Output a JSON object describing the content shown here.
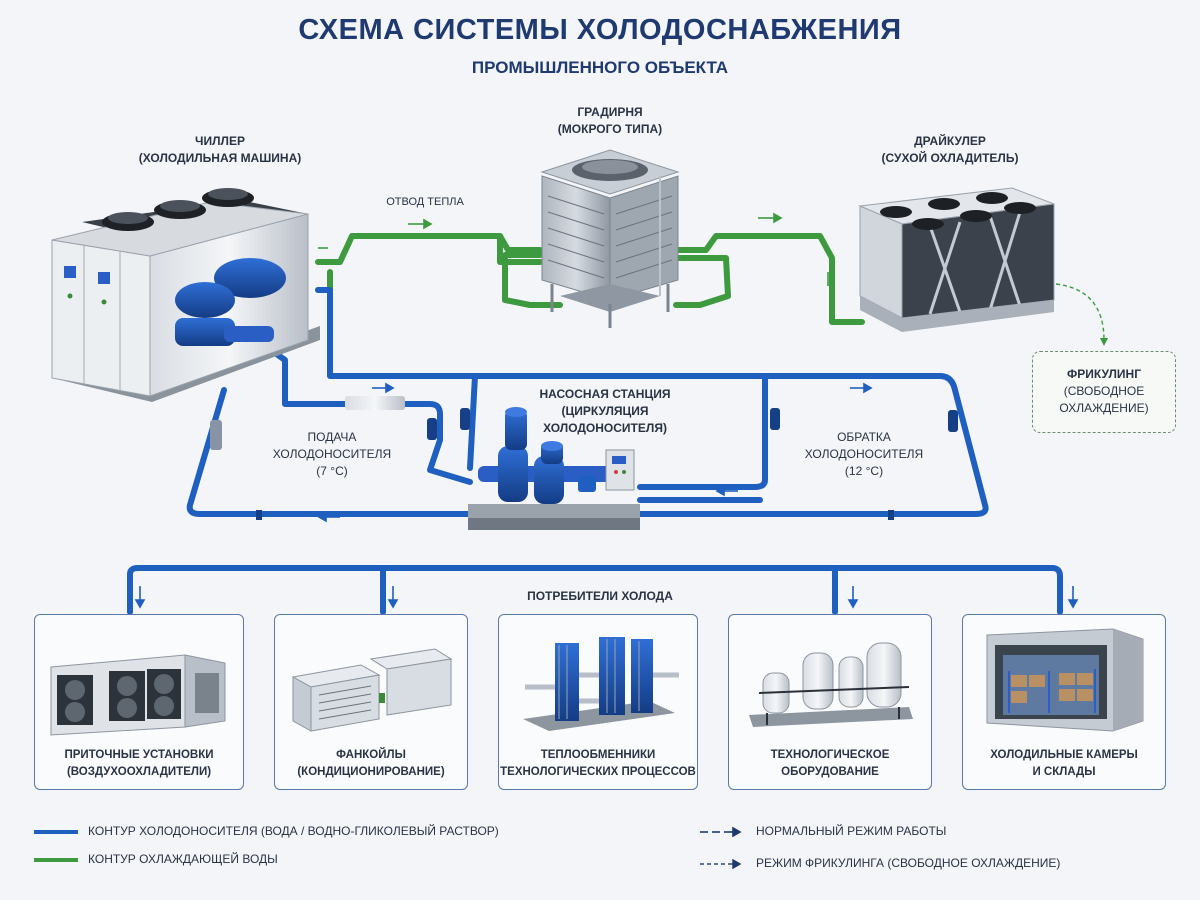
{
  "header": {
    "title": "СХЕМА СИСТЕМЫ ХОЛОДОСНАБЖЕНИЯ",
    "subtitle": "ПРОМЫШЛЕННОГО ОБЪЕКТА"
  },
  "equipment": {
    "chiller": {
      "name": "ЧИЛЛЕР",
      "desc": "(ХОЛОДИЛЬНАЯ МАШИНА)"
    },
    "tower": {
      "name": "ГРАДИРНЯ",
      "desc": "(МОКРОГО ТИПА)"
    },
    "drycooler": {
      "name": "ДРАЙКУЛЕР",
      "desc": "(СУХОЙ ОХЛАДИТЕЛЬ)"
    },
    "freecooling": {
      "name": "ФРИКУЛИНГ",
      "desc1": "(СВОБОДНОЕ",
      "desc2": "ОХЛАЖДЕНИЕ)"
    },
    "pump_station": {
      "name": "НАСОСНАЯ СТАНЦИЯ",
      "desc1": "(ЦИРКУЛЯЦИЯ",
      "desc2": "ХОЛОДОНОСИТЕЛЯ)"
    }
  },
  "flows": {
    "heat_rejection": "ОТВОД ТЕПЛА",
    "supply": {
      "line1": "ПОДАЧА",
      "line2": "ХОЛОДОНОСИТЕЛЯ",
      "line3": "(7 °C)"
    },
    "return": {
      "line1": "ОБРАТКА",
      "line2": "ХОЛОДОНОСИТЕЛЯ",
      "line3": "(12 °C)"
    }
  },
  "consumers": {
    "title": "ПОТРЕБИТЕЛИ ХОЛОДА",
    "items": [
      {
        "line1": "ПРИТОЧНЫЕ УСТАНОВКИ",
        "line2": "(ВОЗДУХООХЛАДИТЕЛИ)",
        "icon": "air-handling-unit-icon"
      },
      {
        "line1": "ФАНКОЙЛЫ",
        "line2": "(КОНДИЦИОНИРОВАНИЕ)",
        "icon": "fan-coil-icon"
      },
      {
        "line1": "ТЕПЛООБМЕННИКИ",
        "line2": "ТЕХНОЛОГИЧЕСКИХ ПРОЦЕССОВ",
        "icon": "plate-heat-exchanger-icon"
      },
      {
        "line1": "ТЕХНОЛОГИЧЕСКОЕ",
        "line2": "ОБОРУДОВАНИЕ",
        "icon": "process-tanks-icon"
      },
      {
        "line1": "ХОЛОДИЛЬНЫЕ КАМЕРЫ",
        "line2": "И СКЛАДЫ",
        "icon": "cold-room-icon"
      }
    ]
  },
  "legend": {
    "blue_line": "КОНТУР ХОЛОДОНОСИТЕЛЯ (ВОДА / ВОДНО-ГЛИКОЛЕВЫЙ РАСТВОР)",
    "green_line": "КОНТУР ОХЛАЖДАЮЩЕЙ ВОДЫ",
    "normal_mode": "НОРМАЛЬНЫЙ РЕЖИМ РАБОТЫ",
    "freecool_mode": "РЕЖИМ ФРИКУЛИНГА (СВОБОДНОЕ ОХЛАЖДЕНИЕ)"
  },
  "colors": {
    "chilled_water": "#1f5fc0",
    "cooling_water": "#3e9a3e",
    "title": "#1f3a70",
    "card_border": "#5a7aa8"
  }
}
